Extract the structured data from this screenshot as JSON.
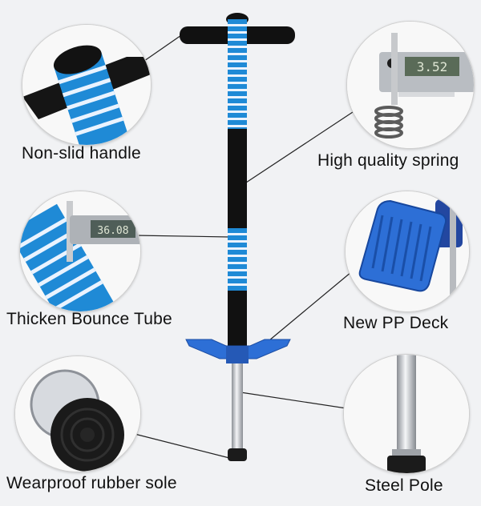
{
  "features": [
    {
      "id": "handle",
      "label": "Non-slid handle"
    },
    {
      "id": "spring",
      "label": "High quality spring"
    },
    {
      "id": "tube",
      "label": "Thicken Bounce Tube"
    },
    {
      "id": "deck",
      "label": "New PP Deck"
    },
    {
      "id": "sole",
      "label": "Wearproof rubber sole"
    },
    {
      "id": "pole",
      "label": "Steel Pole"
    }
  ],
  "caliper_readouts": {
    "spring": "3.52",
    "tube": "36.08"
  },
  "colors": {
    "background": "#f1f2f4",
    "grip_blue": "#1f8ad6",
    "deck_blue": "#2d6fd6",
    "tube_black": "#111111",
    "steel": "#c9ccd1"
  }
}
